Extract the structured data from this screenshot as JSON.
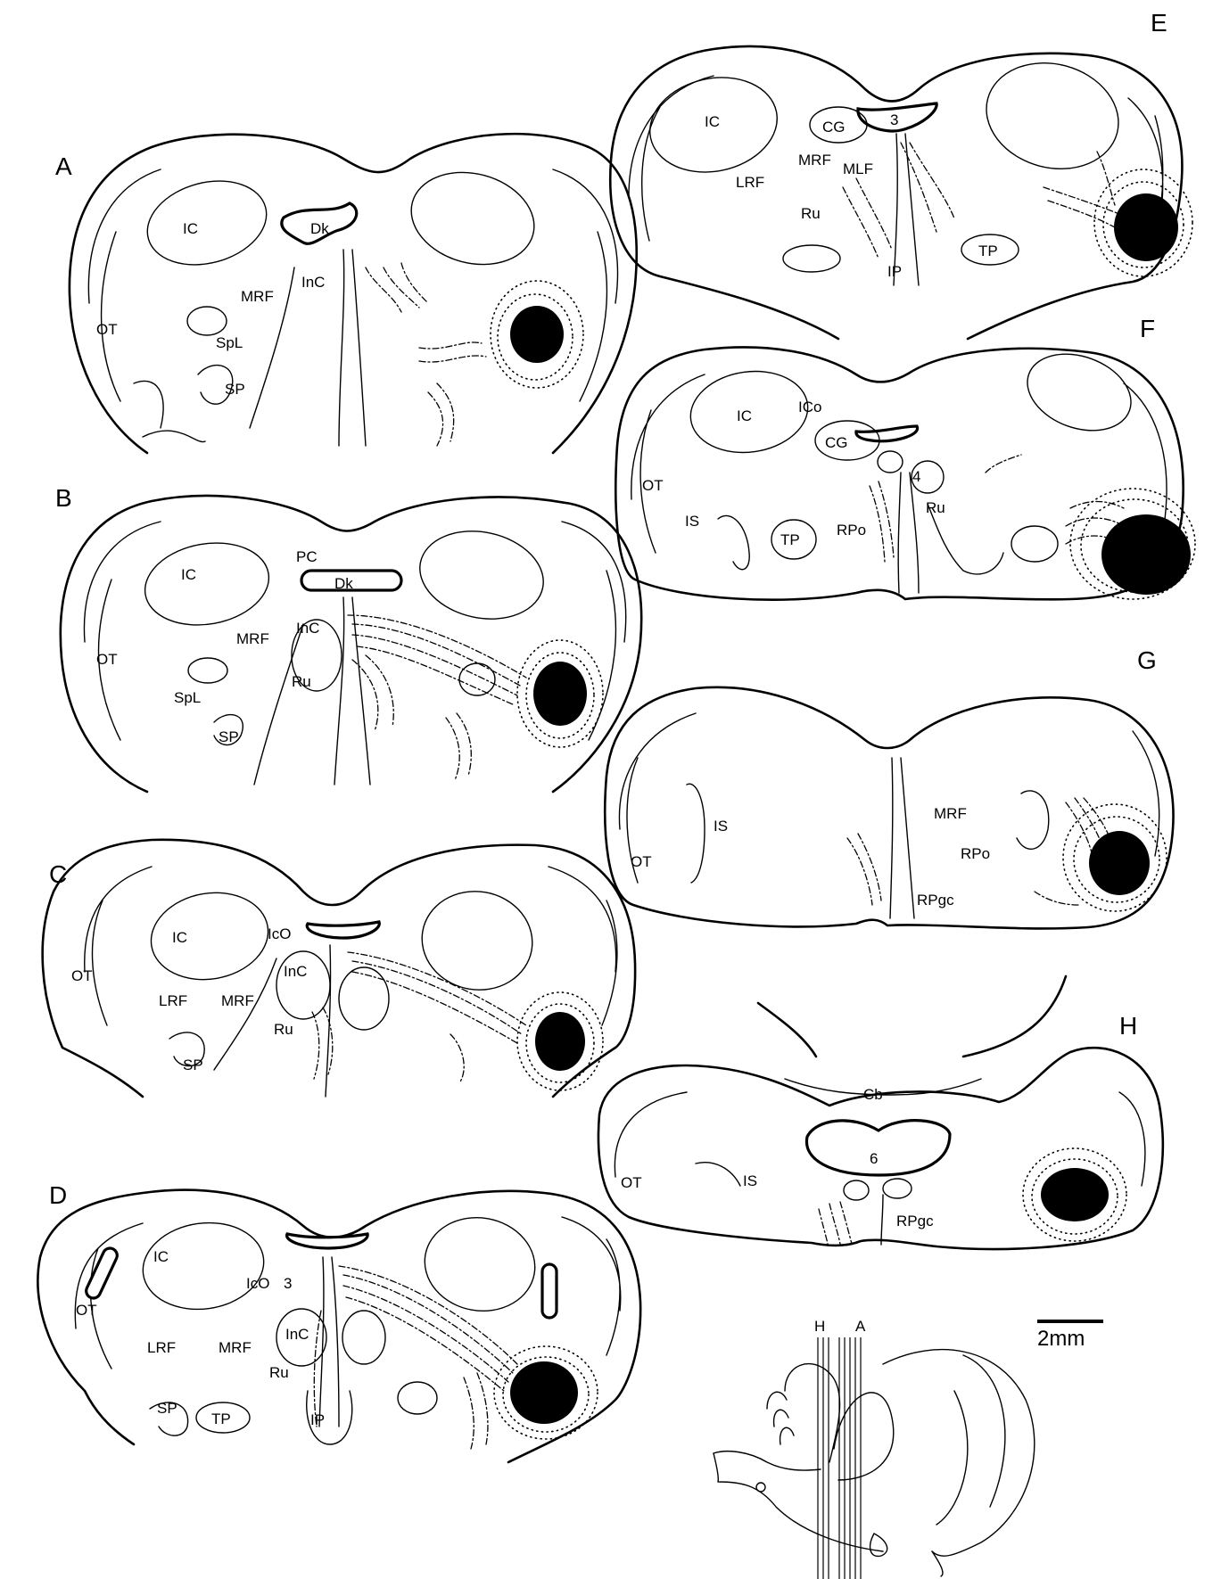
{
  "sections": [
    {
      "letter": "A",
      "labels": [
        "IC",
        "Dk",
        "InC",
        "MRF",
        "OT",
        "SpL",
        "SP"
      ]
    },
    {
      "letter": "B",
      "labels": [
        "IC",
        "PC",
        "Dk",
        "InC",
        "MRF",
        "OT",
        "SpL",
        "Ru",
        "SP"
      ]
    },
    {
      "letter": "C",
      "labels": [
        "IC",
        "IcO",
        "InC",
        "OT",
        "LRF",
        "MRF",
        "Ru",
        "SP"
      ]
    },
    {
      "letter": "D",
      "labels": [
        "IC",
        "IcO",
        "3",
        "InC",
        "OT",
        "LRF",
        "MRF",
        "Ru",
        "SP",
        "TP",
        "IP"
      ]
    },
    {
      "letter": "E",
      "labels": [
        "IC",
        "CG",
        "3",
        "MRF",
        "MLF",
        "LRF",
        "Ru",
        "IP",
        "TP"
      ]
    },
    {
      "letter": "F",
      "labels": [
        "IC",
        "ICo",
        "CG",
        "4",
        "OT",
        "IS",
        "TP",
        "RPo",
        "Ru"
      ]
    },
    {
      "letter": "G",
      "labels": [
        "IS",
        "OT",
        "MRF",
        "RPo",
        "RPgc"
      ]
    },
    {
      "letter": "H",
      "labels": [
        "Cb",
        "6",
        "OT",
        "IS",
        "RPgc"
      ]
    }
  ],
  "brain_inset": {
    "labels": [
      "H",
      "A"
    ]
  },
  "scale_bar": {
    "label": "2mm"
  }
}
